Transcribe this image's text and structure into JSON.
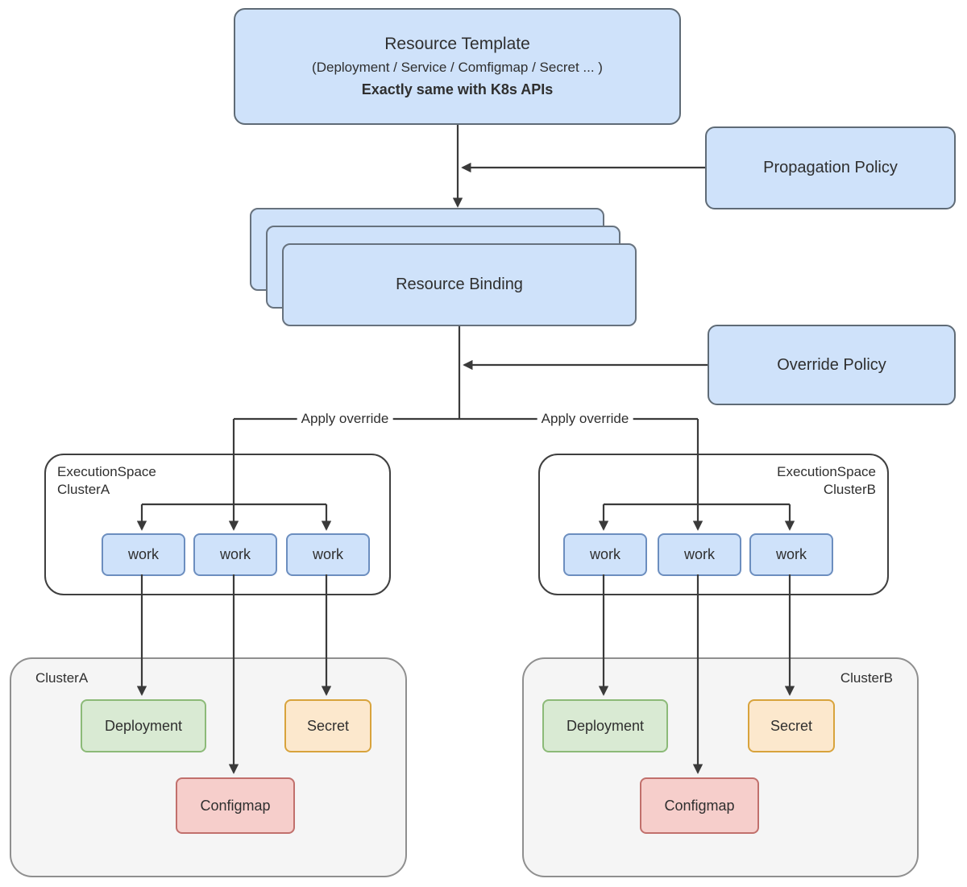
{
  "palette": {
    "node_blue_fill": "#cfe2fa",
    "node_blue_border": "#5f6b76",
    "work_border": "#6c8ebf",
    "deployment_fill": "#d9ead3",
    "deployment_border": "#8cba78",
    "secret_fill": "#fce8cd",
    "secret_border": "#d8a33c",
    "configmap_fill": "#f6cecb",
    "configmap_border": "#c1706c",
    "cluster_fill": "#f5f5f5",
    "cluster_border": "#8f8f8f",
    "line_color": "#3a3a3a",
    "text_color": "#2f2f2f"
  },
  "resource_template": {
    "title": "Resource Template",
    "subtitle": "(Deployment / Service / Comfigmap / Secret ... )",
    "note": "Exactly same with K8s APIs"
  },
  "propagation_policy": {
    "label": "Propagation Policy"
  },
  "resource_binding": {
    "label": "Resource Binding"
  },
  "override_policy": {
    "label": "Override Policy"
  },
  "apply_override": {
    "left": "Apply override",
    "right": "Apply override"
  },
  "execution_spaces": [
    {
      "title": "ExecutionSpace",
      "cluster": "ClusterA",
      "works": [
        "work",
        "work",
        "work"
      ]
    },
    {
      "title": "ExecutionSpace",
      "cluster": "ClusterB",
      "works": [
        "work",
        "work",
        "work"
      ]
    }
  ],
  "clusters": [
    {
      "label": "ClusterA",
      "deployment": "Deployment",
      "configmap": "Configmap",
      "secret": "Secret"
    },
    {
      "label": "ClusterB",
      "deployment": "Deployment",
      "configmap": "Configmap",
      "secret": "Secret"
    }
  ]
}
